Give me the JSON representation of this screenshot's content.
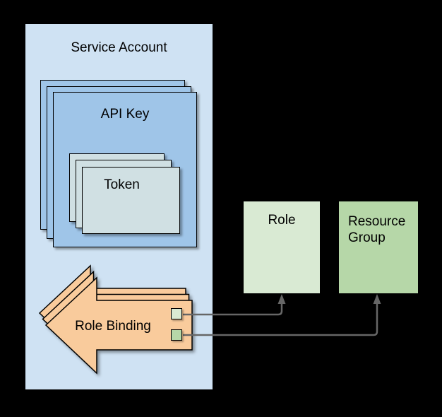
{
  "colors": {
    "background": "#000000",
    "panel_fill": "#cfe2f3",
    "api_key_fill": "#9fc5e8",
    "token_fill": "#d0e0e3",
    "arrow_fill": "#f9cb9c",
    "role_fill": "#d9ead3",
    "resource_group_fill": "#b6d7a8",
    "connector": "#666666",
    "shape_border": "#000000",
    "text": "#000000"
  },
  "diagram": {
    "service_account": {
      "label": "Service Account"
    },
    "api_key_stack": {
      "label": "API Key",
      "copies": 3
    },
    "token_stack": {
      "label": "Token",
      "copies": 3
    },
    "role_binding_stack": {
      "label": "Role Binding",
      "copies": 3
    },
    "role_box": {
      "label": "Role"
    },
    "resource_group_box": {
      "label": "Resource Group"
    },
    "connectors": [
      {
        "from": "role-binding-role-ref-square",
        "to": "role-box",
        "style": "gray arrow, up into box bottom"
      },
      {
        "from": "role-binding-resource-group-ref-square",
        "to": "resource-group-box",
        "style": "gray arrow, up into box bottom"
      }
    ]
  }
}
